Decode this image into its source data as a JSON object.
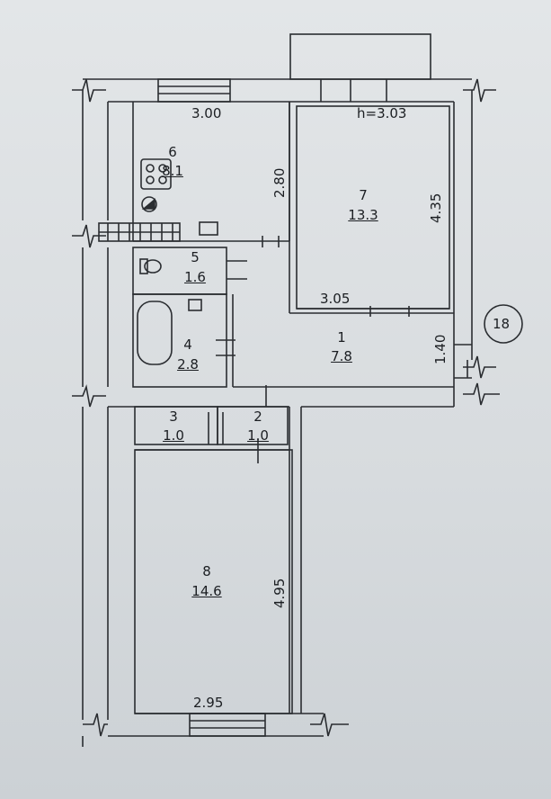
{
  "plan": {
    "ceiling_height": "h=3.03",
    "apartment_number": "18",
    "rooms": [
      {
        "id": "1",
        "area": "7.8"
      },
      {
        "id": "2",
        "area": "1.0"
      },
      {
        "id": "3",
        "area": "1.0"
      },
      {
        "id": "4",
        "area": "2.8"
      },
      {
        "id": "5",
        "area": "1.6"
      },
      {
        "id": "6",
        "area": "8.1"
      },
      {
        "id": "7",
        "area": "13.3"
      },
      {
        "id": "8",
        "area": "14.6"
      }
    ],
    "dimensions": {
      "kitchen_width": "3.00",
      "kitchen_depth": "2.80",
      "room7_height": "4.35",
      "room7_width": "3.05",
      "hall_depth": "1.40",
      "room8_height": "4.95",
      "room8_width": "2.95"
    }
  }
}
